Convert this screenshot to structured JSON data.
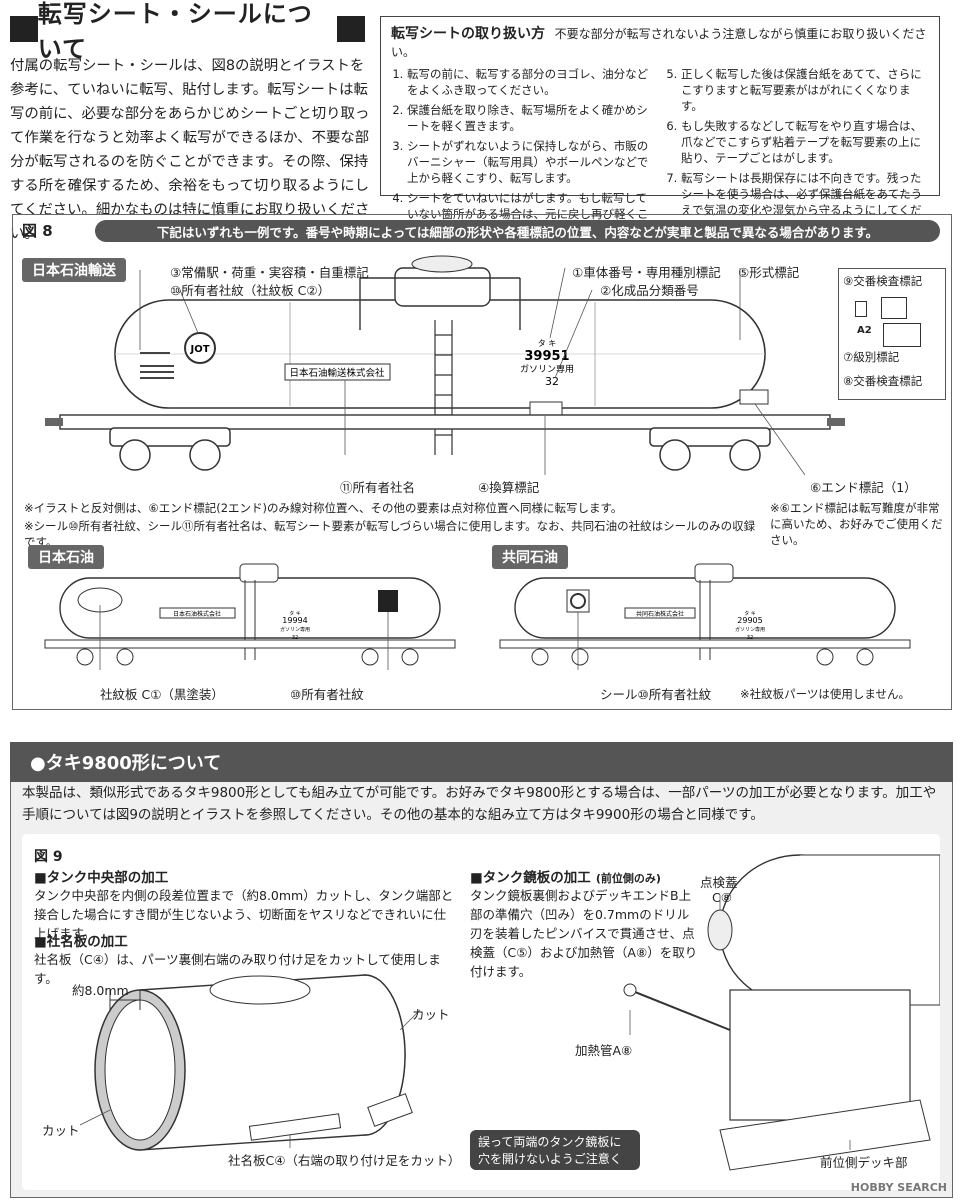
{
  "section1": {
    "title": "転写シート・シールについて",
    "intro": "付属の転写シート・シールは、図8の説明とイラストを参考に、ていねいに転写、貼付します。転写シートは転写の前に、必要な部分をあらかじめシートごと切り取って作業を行なうと効率よく転写ができるほか、不要な部分が転写されるのを防ぐことができます。その際、保持する所を確保するため、余裕をもって切り取るようにしてください。細かなものは特に慎重にお取り扱いください。"
  },
  "handling": {
    "title": "転写シートの取り扱い方",
    "subtitle": "不要な部分が転写されないよう注意しながら慎重にお取り扱いください。",
    "items_left": [
      "転写の前に、転写する部分のヨゴレ、油分などをよくふき取ってください。",
      "保護台紙を取り除き、転写場所をよく確かめシートを軽く置きます。",
      "シートがずれないように保持しながら、市販のバーニシャー（転写用具）やボールペンなどで上から軽くこすり、転写します。",
      "シートをていねいにはがします。もし転写していない箇所がある場合は、元に戻し再び軽くこすります。"
    ],
    "items_right": [
      "正しく転写した後は保護台紙をあてて、さらにこすりますと転写要素がはがれにくくなります。",
      "もし失敗するなどして転写をやり直す場合は、爪などでこすらず粘着テープを転写要素の上に貼り、テープごとはがします。",
      "転写シートは長期保存には不向きです。残ったシートを使う場合は、必ず保護台紙をあてたうえで気温の変化や湿気から守るようにしてください。"
    ]
  },
  "fig8": {
    "label": "図 8",
    "banner": "下記はいずれも一例です。番号や時期によっては細部の形状や各種標記の位置、内容などが実車と製品で異なる場合があります。",
    "tag_main": "日本石油輸送",
    "callouts": {
      "c3": "③常備駅・荷重・実容積・自重標記",
      "c10": "⑩所有者社紋（社紋板 C②）",
      "c1": "①車体番号・専用種別標記",
      "c2": "②化成品分類番号",
      "c5": "⑤形式標記",
      "c9": "⑨交番検査標記",
      "c7": "⑦級別標記",
      "c8": "⑧交番検査標記",
      "c11": "⑪所有者社名",
      "c4": "④換算標記",
      "c6": "⑥エンド標記（1）"
    },
    "car_text": {
      "company": "日本石油輸送株式会社",
      "number_kana": "タ キ",
      "number": "39951",
      "cargo": "ガソリン専用",
      "hazmat": "32",
      "logo": "JOT",
      "a2": "A2"
    },
    "notes": {
      "n1": "※イラストと反対側は、⑥エンド標記(2エンド)のみ線対称位置へ、その他の要素は点対称位置へ同様に転写します。",
      "n2": "※シール⑩所有者社紋、シール⑪所有者社名は、転写シート要素が転写しづらい場合に使用します。なお、共同石油の社紋はシールのみの収録です。",
      "n3": "※⑥エンド標記は転写難度が非常に高いため、お好みでご使用ください。"
    },
    "tag_nisseki": "日本石油",
    "tag_kyodo": "共同石油",
    "car2": {
      "company": "日本石油株式会社",
      "number": "19994",
      "cargo": "ガソリン専用",
      "hazmat": "32",
      "kana": "タ キ"
    },
    "car3": {
      "company": "共同石油株式会社",
      "number": "29905",
      "cargo": "ガソリン専用",
      "hazmat": "32",
      "kana": "タ キ"
    },
    "bottom": {
      "b1": "社紋板 C①（黒塗装）",
      "b2": "⑩所有者社紋",
      "b3": "シール⑩所有者社紋",
      "b4": "※社紋板パーツは使用しません。"
    }
  },
  "section2": {
    "title": "●タキ9800形について",
    "body": "本製品は、類似形式であるタキ9800形としても組み立てが可能です。お好みでタキ9800形とする場合は、一部パーツの加工が必要となります。加工や手順については図9の説明とイラストを参照してください。その他の基本的な組み立て方はタキ9900形の場合と同様です。",
    "fig9_label": "図 9",
    "tank_title": "■タンク中央部の加工",
    "tank_text": "タンク中央部を内側の段差位置まで（約8.0mm）カットし、タンク端部と接合した場合にすき間が生じないよう、切断面をヤスリなどできれいに仕上げます。",
    "plate_title": "■社名板の加工",
    "plate_text": "社名板（C④）は、パーツ裏側右端のみ取り付け足をカットして使用します。",
    "mirror_title": "■タンク鏡板の加工",
    "mirror_sub": "(前位側のみ)",
    "mirror_text": "タンク鏡板裏側およびデッキエンドB上部の準備穴（凹み）を0.7mmのドリル刃を装着したピンバイスで貫通させ、点検蓋（C⑤）および加熱管（A⑧）を取り付けます。",
    "dim": "約8.0mm",
    "cut_right": "カット",
    "cut_left": "カット",
    "plate_label": "社名板C④（右端の取り付け足をカット）",
    "hatch": "点検蓋",
    "hatch_part": "C⑧",
    "heater": "加熱管A⑧",
    "deck": "前位側デッキ部",
    "warning": "誤って両端のタンク鏡板に穴を開けないようご注意ください。",
    "watermark": "HOBBY SEARCH"
  }
}
